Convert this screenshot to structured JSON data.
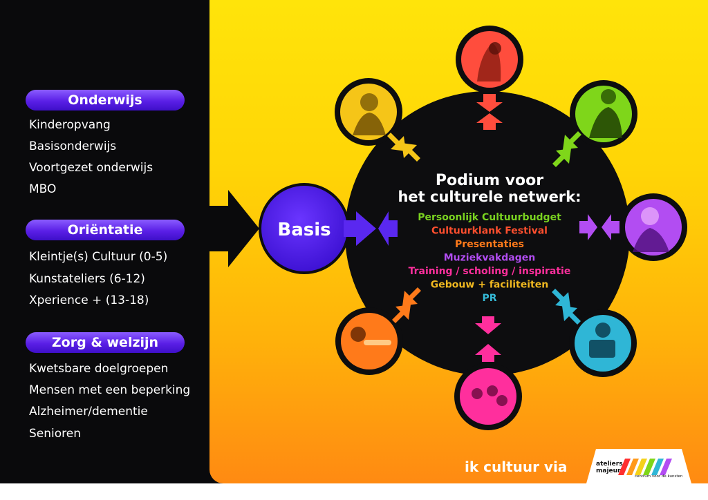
{
  "sections": [
    {
      "title": "Onderwijs",
      "items": [
        "Kinderopvang",
        "Basisonderwijs",
        "Voortgezet onderwijs",
        "MBO"
      ]
    },
    {
      "title": "Oriëntatie",
      "items": [
        "Kleintje(s) Cultuur (0-5)",
        "Kunstateliers (6-12)",
        "Xperience + (13-18)"
      ]
    },
    {
      "title": "Zorg & welzijn",
      "items": [
        "Kwetsbare doelgroepen",
        "Mensen met een beperking",
        "Alzheimer/dementie",
        "Senioren"
      ]
    }
  ],
  "basis_label": "Basis",
  "center": {
    "title_line1": "Podium voor",
    "title_line2": "het culturele netwerk:",
    "items": [
      {
        "label": "Persoonlijk Cultuurbudget",
        "color": "#7ad320"
      },
      {
        "label": "Cultuurklank Festival",
        "color": "#ff4f2e"
      },
      {
        "label": "Presentaties",
        "color": "#ff7a1a"
      },
      {
        "label": "Muziekvakdagen",
        "color": "#b24df2"
      },
      {
        "label": "Training / scholing / inspiratie",
        "color": "#ff2f9d"
      },
      {
        "label": "Gebouw + faciliteiten",
        "color": "#f0b820"
      },
      {
        "label": "PR",
        "color": "#35b9d6"
      }
    ]
  },
  "photos": [
    {
      "name": "photo-top",
      "color": "#ff4d3d",
      "subject": "harp player"
    },
    {
      "name": "photo-top-left",
      "color": "#f5c518",
      "subject": "singer"
    },
    {
      "name": "photo-top-right",
      "color": "#7fd61a",
      "subject": "performer"
    },
    {
      "name": "photo-right",
      "color": "#b24df2",
      "subject": "vocalist"
    },
    {
      "name": "photo-bottom-right",
      "color": "#2fb6d6",
      "subject": "accordion player"
    },
    {
      "name": "photo-bottom",
      "color": "#ff2f9d",
      "subject": "choir"
    },
    {
      "name": "photo-bottom-left",
      "color": "#ff7a1a",
      "subject": "trumpet player"
    }
  ],
  "tagline": "ik cultuur via",
  "logo": {
    "line1": "ateliers",
    "line2": "majeur",
    "sub": "centrum voor de kunsten"
  }
}
